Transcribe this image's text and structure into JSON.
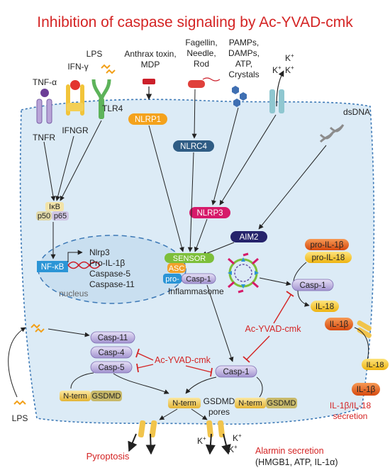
{
  "title": "Inhibition of caspase signaling by Ac-YVAD-cmk",
  "colors": {
    "title": "#d42424",
    "inhibitor": "#d42424",
    "cell_fill": "#dcebf6",
    "cell_border": "#3d79b6",
    "nucleus_fill": "#c9dff0",
    "nlrp1": "#f4a21c",
    "nlrc4": "#2f5c84",
    "nlrp3": "#d61a6a",
    "aim2": "#25236b",
    "sensor": "#7dbf3a",
    "asc": "#f2a22b",
    "pro": "#2b95d6",
    "caspase": "#a89ad2",
    "il18": "#f7c21b",
    "il1b": "#e35a19",
    "gsdmd": "#f1c44c"
  },
  "receptors": {
    "tnfa": "TNF-α",
    "tnfr": "TNFR",
    "ifng": "IFN-γ",
    "ifngr": "IFNGR",
    "lps_top": "LPS",
    "tlr4": "TLR4"
  },
  "stimuli": {
    "anthrax_line1": "Anthrax toxin,",
    "anthrax_line2": "MDP",
    "flagellin_line1": "Fagellin,",
    "flagellin_line2": "Needle,",
    "flagellin_line3": "Rod",
    "pamps_line1": "PAMPs,",
    "pamps_line2": "DAMPs,",
    "pamps_line3": "ATP,",
    "pamps_line4": "Crystals",
    "k_ion": "K",
    "k_plus": "+",
    "dsdna": "dsDNA"
  },
  "sensors": {
    "nlrp1": "NLRP1",
    "nlrc4": "NLRC4",
    "nlrp3": "NLRP3",
    "aim2": "AIM2"
  },
  "nfkb": {
    "ikb": "IκB",
    "p50": "p50",
    "p65": "p65",
    "nfkb": "NF-κB",
    "genes": [
      "Nlrp3",
      "Pro-IL-1β",
      "Caspase-5",
      "Caspase-11"
    ],
    "nucleus": "nucleus"
  },
  "inflammasome": {
    "sensor": "SENSOR",
    "asc": "ASC",
    "pro": "pro-",
    "casp1": "Casp-1",
    "label": "Inflammasome"
  },
  "cytokines": {
    "pro_il1b": "pro-IL-1β",
    "pro_il18": "pro-IL-18",
    "casp1": "Casp-1",
    "il18": "IL-18",
    "il1b": "IL-1β",
    "secretion_line1": "IL-1β/IL-18",
    "secretion_line2": "secretion"
  },
  "inhibitor": "Ac-YVAD-cmk",
  "noncanonical": {
    "casp11": "Casp-11",
    "casp4": "Casp-4",
    "casp5": "Casp-5",
    "casp1": "Casp-1",
    "lps_bottom": "LPS"
  },
  "gsdmd": {
    "nterm": "N-term",
    "gsdmd": "GSDMD",
    "pores_line1": "GSDMD",
    "pores_line2": "pores"
  },
  "outcomes": {
    "pyroptosis": "Pyroptosis",
    "alarmin_line1": "Alarmin secretion",
    "alarmin_line2": "(HMGB1, ATP, IL-1α)"
  }
}
